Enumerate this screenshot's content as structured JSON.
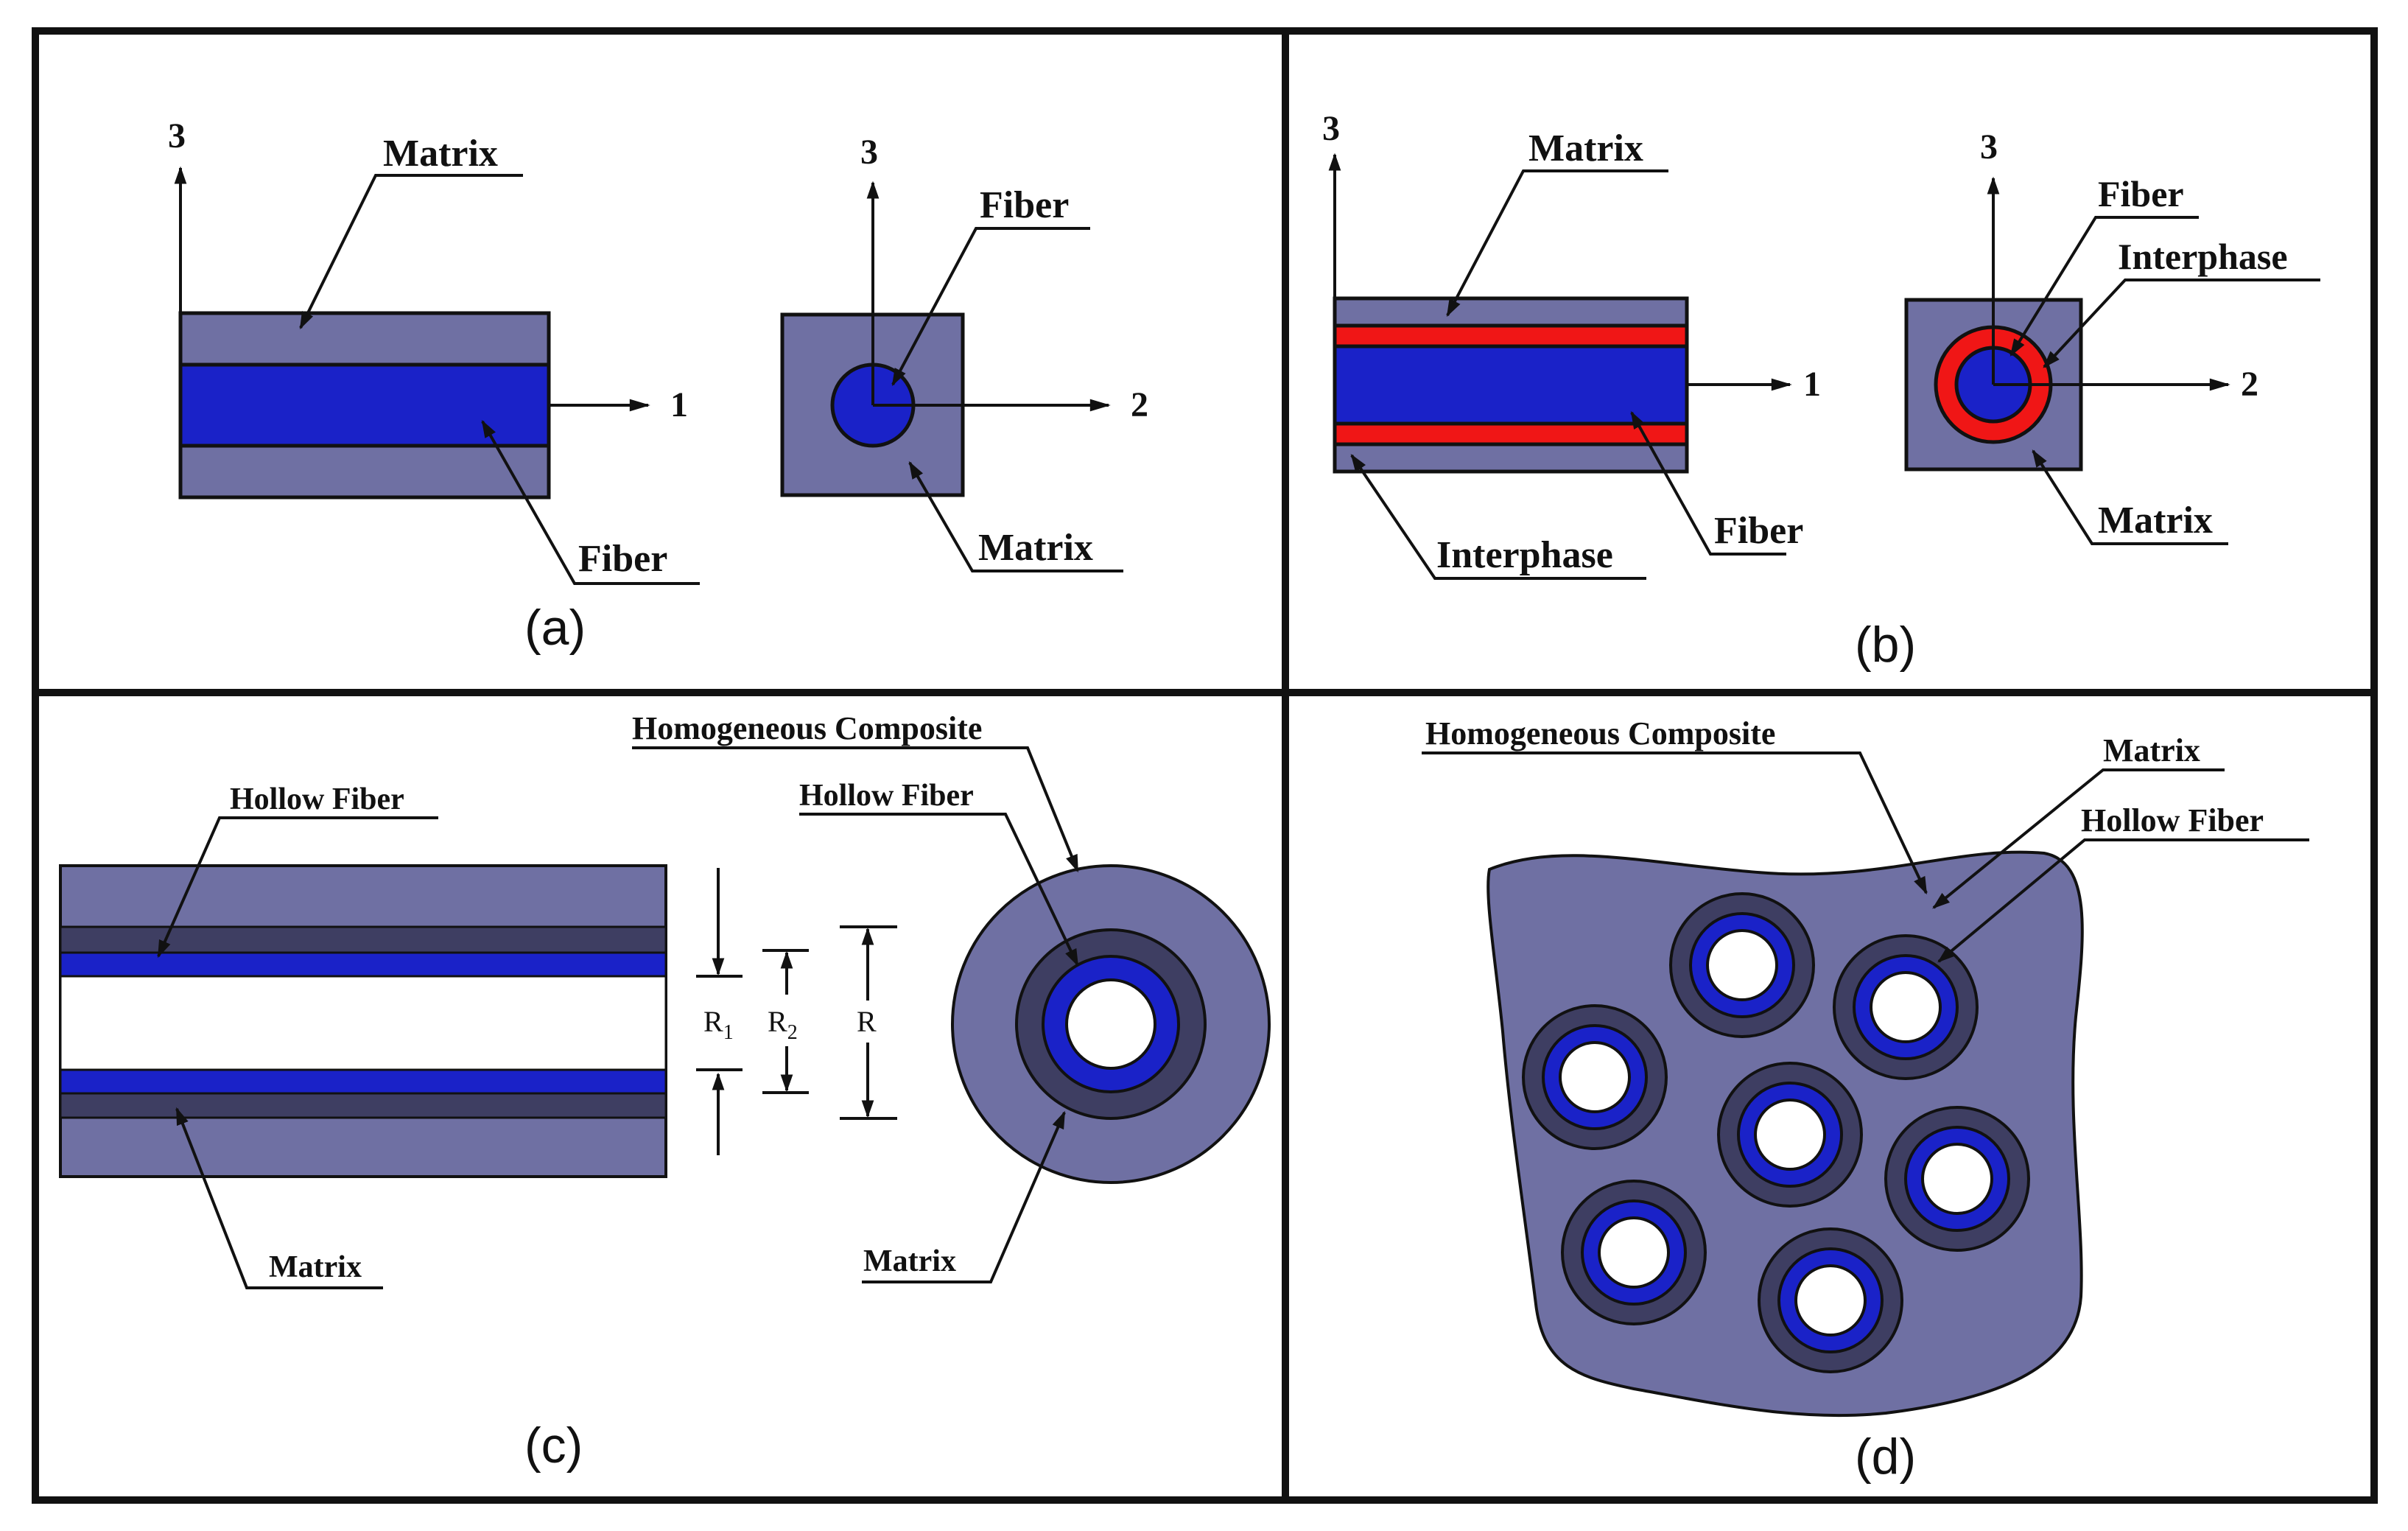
{
  "colors": {
    "matrix": "#6f70a3",
    "fiber": "#1a22c8",
    "interphase": "#f01616",
    "hollow_ring": "#3e3e62",
    "hole": "#ffffff",
    "frame": "#111111"
  },
  "panel_a": {
    "caption": "(a)",
    "axis_3_left": "3",
    "axis_1": "1",
    "axis_3_right": "3",
    "axis_2": "2",
    "matrix_label_top": "Matrix",
    "fiber_label_bottom": "Fiber",
    "fiber_label_top": "Fiber",
    "matrix_label_bottom": "Matrix"
  },
  "panel_b": {
    "caption": "(b)",
    "axis_3_left": "3",
    "axis_1": "1",
    "axis_3_right": "3",
    "axis_2": "2",
    "matrix_label_top": "Matrix",
    "interphase_label_bottom": "Interphase",
    "fiber_label_bottom": "Fiber",
    "fiber_label_top": "Fiber",
    "interphase_label_top": "Interphase",
    "matrix_label_bottom": "Matrix"
  },
  "panel_c": {
    "caption": "(c)",
    "hollow_fiber_label_left": "Hollow Fiber",
    "matrix_label_left": "Matrix",
    "homogeneous_label": "Homogeneous Composite",
    "hollow_fiber_label_right": "Hollow Fiber",
    "matrix_label_right": "Matrix",
    "r1": "R",
    "r1_sub": "1",
    "r2": "R",
    "r2_sub": "2",
    "r": "R"
  },
  "panel_d": {
    "caption": "(d)",
    "homogeneous_label": "Homogeneous Composite",
    "matrix_label": "Matrix",
    "hollow_fiber_label": "Hollow Fiber"
  }
}
